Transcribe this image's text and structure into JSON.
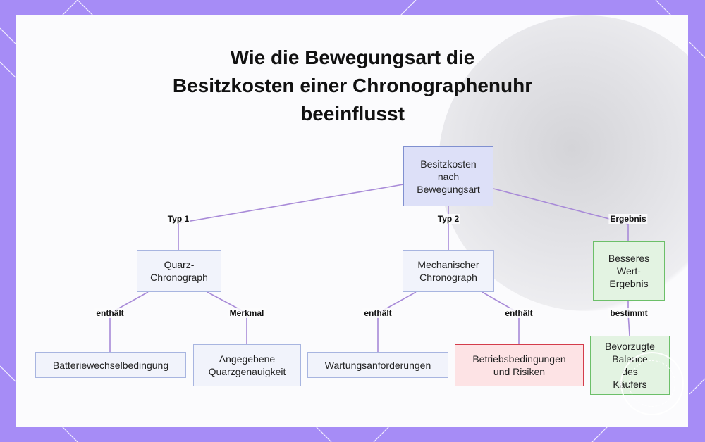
{
  "title": {
    "line1": "Wie die Bewegungsart die",
    "line2": "Besitzkosten einer Chronographenuhr",
    "line3": "beeinflusst"
  },
  "nodes": {
    "root": [
      "Besitzkosten",
      "nach",
      "Bewegungsart"
    ],
    "quartz": [
      "Quarz-",
      "Chronograph"
    ],
    "mechanical": [
      "Mechanischer",
      "Chronograph"
    ],
    "better_value": [
      "Besseres",
      "Wert-",
      "Ergebnis"
    ],
    "battery": [
      "Batteriewechselbedingung"
    ],
    "accuracy": [
      "Angegebene",
      "Quarzgenauigkeit"
    ],
    "maintenance": [
      "Wartungsanforderungen"
    ],
    "operating": [
      "Betriebsbedingungen",
      "und Risiken"
    ],
    "balance": [
      "Bevorzugte",
      "Balance",
      "des",
      "Käufers"
    ]
  },
  "edge_labels": {
    "typ1": "Typ 1",
    "typ2": "Typ 2",
    "ergebnis": "Ergebnis",
    "enthaelt_battery": "enthält",
    "merkmal": "Merkmal",
    "enthaelt_maintenance": "enthält",
    "enthaelt_operating": "enthält",
    "bestimmt": "bestimmt"
  },
  "colors": {
    "frame": "#a68cf6",
    "edge": "#a88ad8",
    "root_fill": "#dde0f8",
    "green_fill": "#e3f3e2",
    "red_fill": "#fde3e5"
  }
}
